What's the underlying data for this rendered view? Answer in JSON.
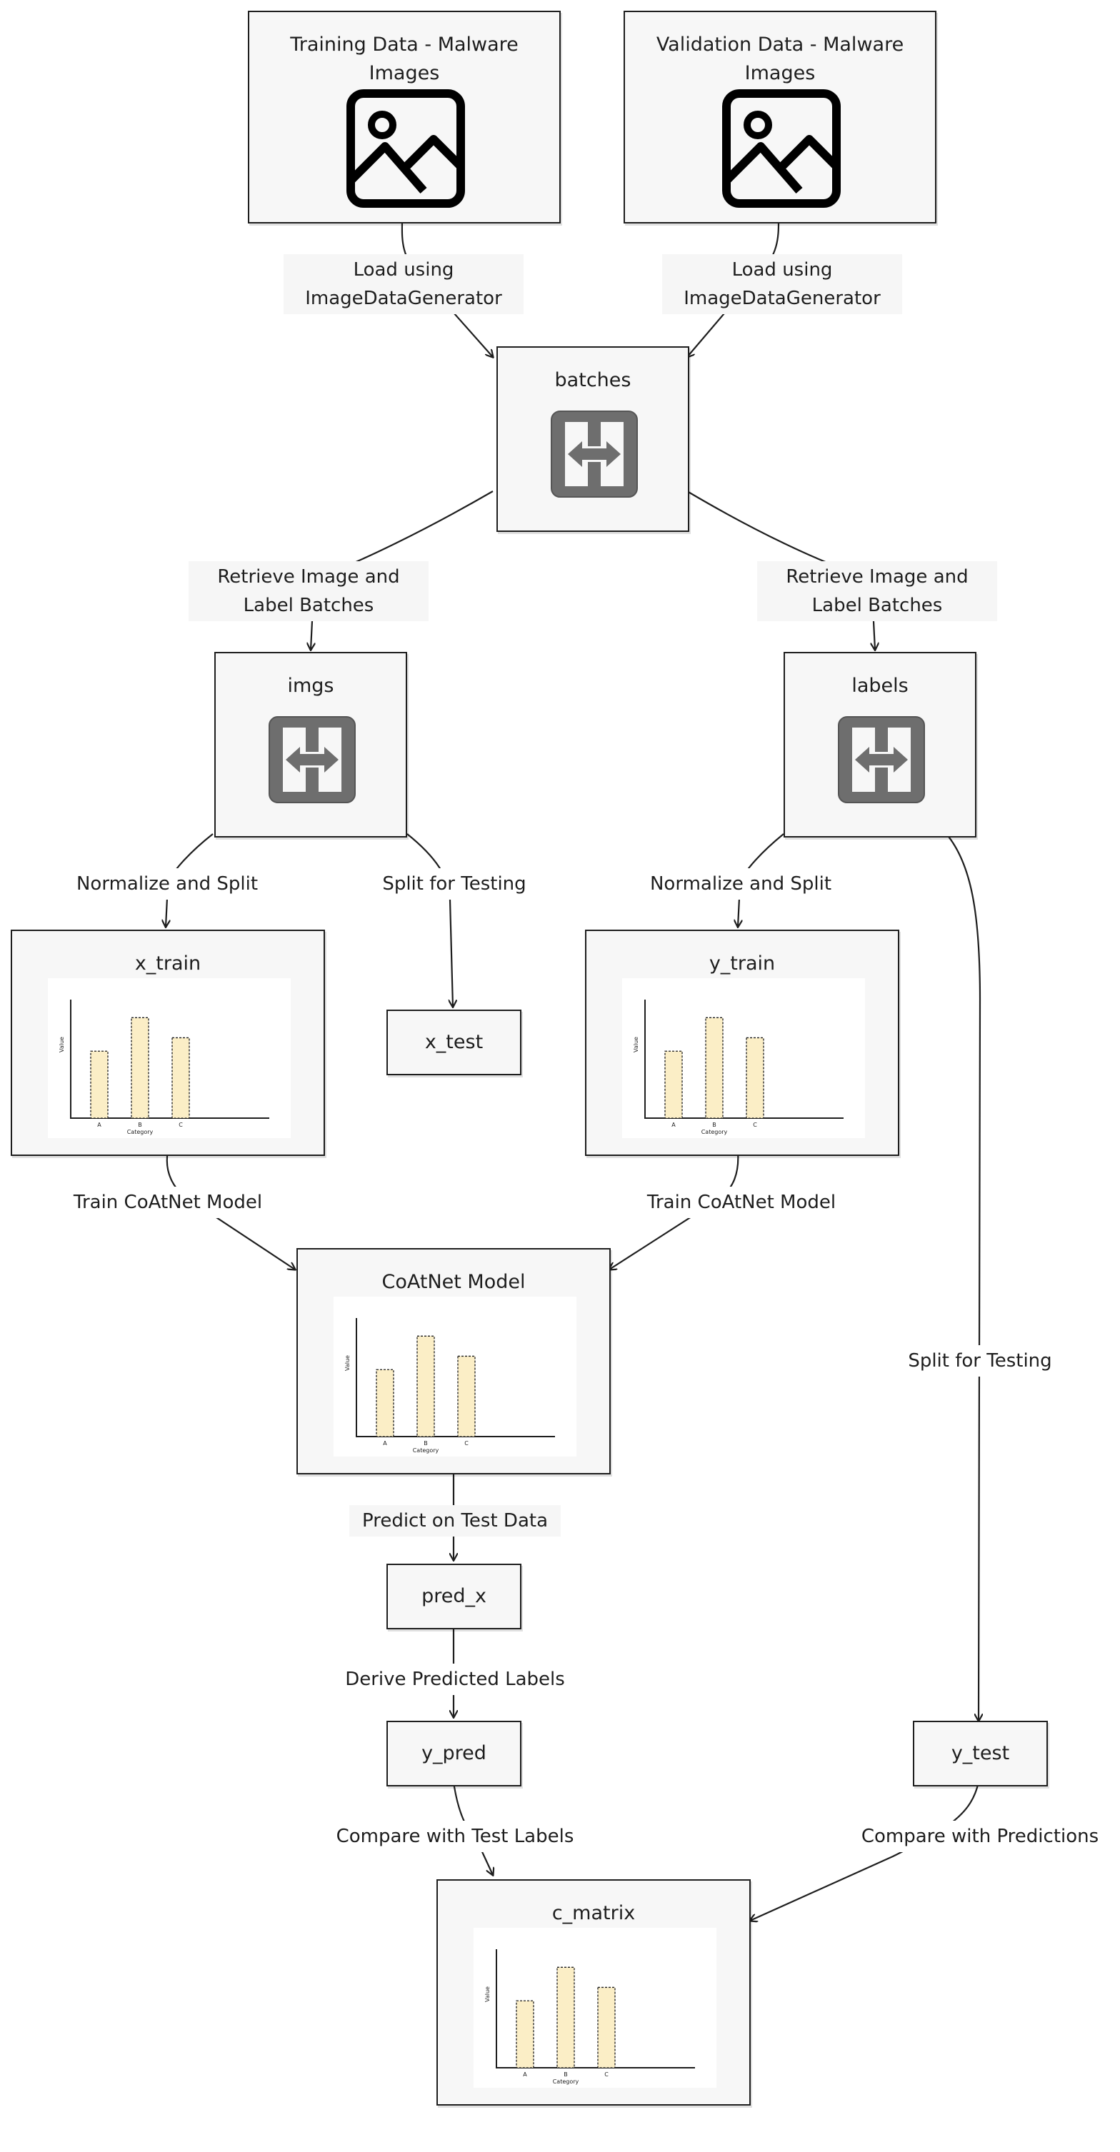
{
  "nodes": {
    "training_data": {
      "title": "Training Data - Malware Images",
      "icon": "image-icon"
    },
    "validation_data": {
      "title": "Validation Data - Malware Images",
      "icon": "image-icon"
    },
    "batches": {
      "title": "batches",
      "icon": "data-transfer-icon"
    },
    "imgs": {
      "title": "imgs",
      "icon": "data-transfer-icon"
    },
    "labels": {
      "title": "labels",
      "icon": "data-transfer-icon"
    },
    "x_train": {
      "title": "x_train",
      "icon": "bar-chart-icon"
    },
    "x_test": {
      "title": "x_test"
    },
    "y_train": {
      "title": "y_train",
      "icon": "bar-chart-icon"
    },
    "coatnet_model": {
      "title": "CoAtNet Model",
      "icon": "bar-chart-icon"
    },
    "pred_x": {
      "title": "pred_x"
    },
    "y_pred": {
      "title": "y_pred"
    },
    "y_test": {
      "title": "y_test"
    },
    "c_matrix": {
      "title": "c_matrix",
      "icon": "bar-chart-icon"
    }
  },
  "edges": {
    "load_train": "Load using ImageDataGenerator",
    "load_val": "Load using ImageDataGenerator",
    "retrieve_left": "Retrieve Image and Label Batches",
    "retrieve_right": "Retrieve Image and Label Batches",
    "normalize_imgs": "Normalize and Split",
    "split_imgs": "Split for Testing",
    "normalize_labels": "Normalize and Split",
    "split_labels": "Split for Testing",
    "train_left": "Train CoAtNet Model",
    "train_right": "Train CoAtNet Model",
    "predict": "Predict on Test Data",
    "derive": "Derive Predicted Labels",
    "compare_left": "Compare with Test Labels",
    "compare_right": "Compare with Predictions"
  },
  "icon_chart": {
    "type": "bar",
    "categories": [
      "A",
      "B",
      "C"
    ],
    "values": [
      2,
      3,
      2.4
    ],
    "xlabel": "Category",
    "ylabel": "Value"
  },
  "colors": {
    "stroke": "#1e1e1e",
    "node_fill": "#f7f7f7",
    "label_fill": "#f6f6f6",
    "bar_fill": "#fbeec6",
    "icon_fill": "#6e6e6e"
  }
}
